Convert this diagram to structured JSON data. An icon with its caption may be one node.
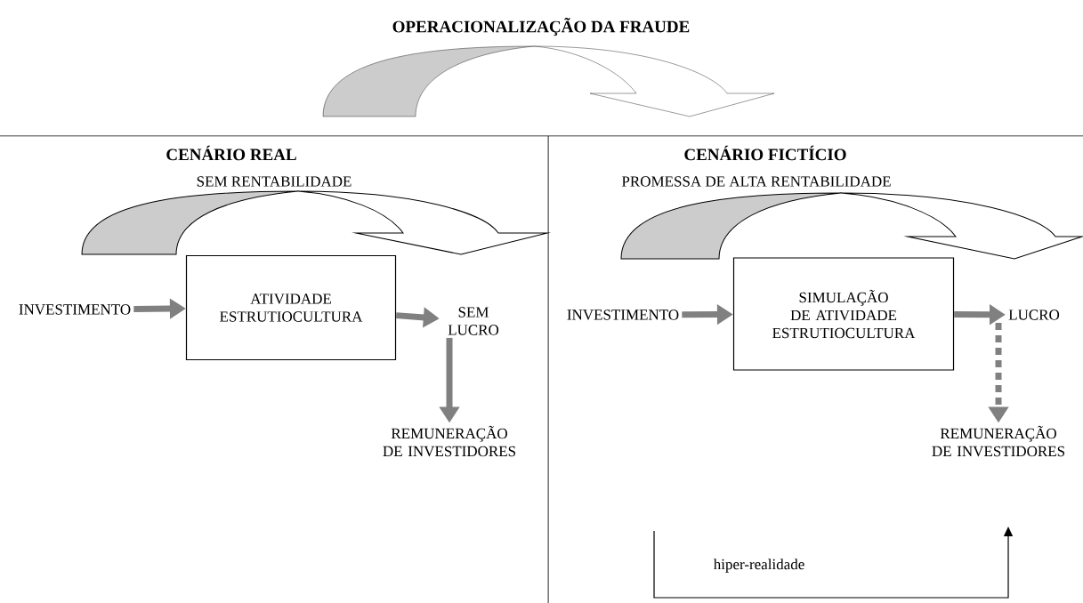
{
  "diagram": {
    "title": "OPERACIONALIZAÇÃO DA FRAUDE",
    "nodes": [
      {
        "text": [
          "INVESTIMENTO"
        ]
      },
      {
        "text": [
          "ATIVIDADE ESTRUTIOCULTURA"
        ]
      },
      {
        "text": [
          "SEM LUCRO"
        ]
      },
      {
        "text": [
          "REMUNERAÇÃO DE INVESTIDORES"
        ]
      },
      {
        "text": [
          "INVESTIMENTO"
        ]
      },
      {
        "text": [
          "SIMULAÇÃO DE ATIVIDADE ESTRUTIOCULTURA"
        ]
      },
      {
        "text": [
          "LUCRO"
        ]
      },
      {
        "text": [
          "REMUNERAÇÃO DE INVESTIDORES"
        ]
      }
    ],
    "edges": [
      {
        "from": 0,
        "to": 1,
        "arrow": "to"
      },
      {
        "from": 1,
        "to": 2,
        "arrow": "to"
      },
      {
        "from": 2,
        "to": 3,
        "arrow": "to"
      },
      {
        "from": 4,
        "to": 5,
        "arrow": "to"
      },
      {
        "from": 5,
        "to": 6,
        "arrow": "to"
      },
      {
        "from": 6,
        "to": 7,
        "arrow": "to",
        "style": "dashed"
      }
    ],
    "labels": [
      "CENÁRIO REAL",
      "CENÁRIO FICTÍCIO",
      "SEM RENTABILIDADE",
      "PROMESSA DE ALTA RENTABILIDADE",
      "hiper-realidade"
    ]
  }
}
